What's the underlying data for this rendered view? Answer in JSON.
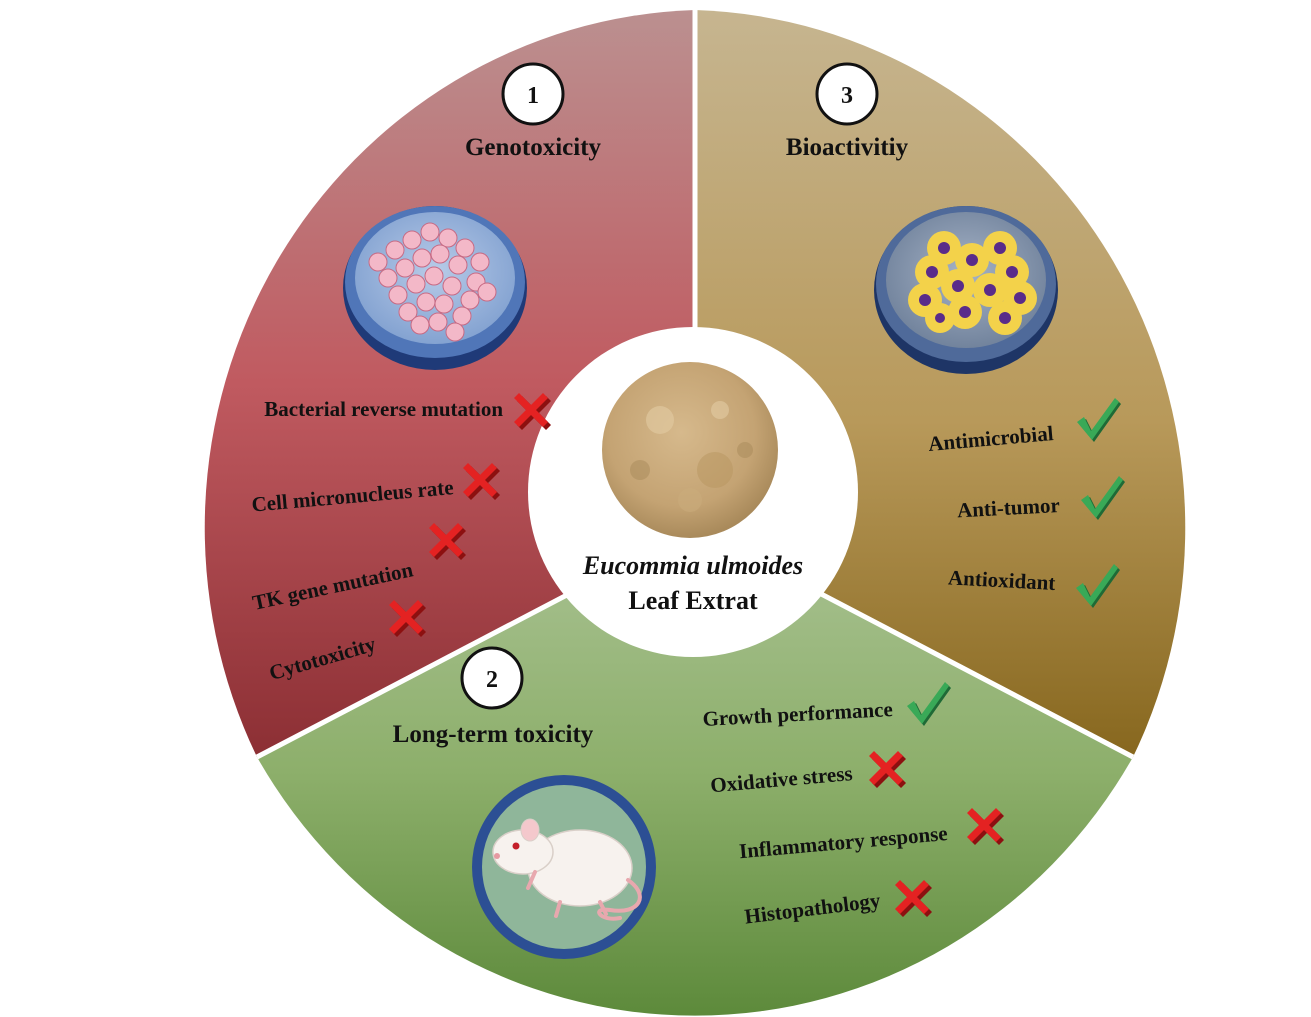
{
  "center": {
    "line1": "Eucommia ulmoides",
    "line2": "Leaf Extrat"
  },
  "sections": {
    "genotoxicity": {
      "number": "1",
      "title": "Genotoxicity",
      "items": [
        {
          "label": "Bacterial reverse mutation",
          "result": "negative",
          "icon": "red-cross-icon"
        },
        {
          "label": "Cell micronucleus rate",
          "result": "negative",
          "icon": "red-cross-icon"
        },
        {
          "label": "TK gene mutation",
          "result": "negative",
          "icon": "red-cross-icon"
        },
        {
          "label": "Cytotoxicity",
          "result": "negative",
          "icon": "red-cross-icon"
        }
      ],
      "illustration": "petri-dish-cell-cluster-icon",
      "color": "#c0666c"
    },
    "long_term": {
      "number": "2",
      "title": "Long-term toxicity",
      "items": [
        {
          "label": "Growth performance",
          "result": "positive",
          "icon": "green-check-icon"
        },
        {
          "label": "Oxidative stress",
          "result": "negative",
          "icon": "red-cross-icon"
        },
        {
          "label": "Inflammatory response",
          "result": "negative",
          "icon": "red-cross-icon"
        },
        {
          "label": "Histopathology",
          "result": "negative",
          "icon": "red-cross-icon"
        }
      ],
      "illustration": "rat-icon",
      "color": "#8db26c"
    },
    "bioactivity": {
      "number": "3",
      "title": "Bioactivitiy",
      "items": [
        {
          "label": "Antimicrobial",
          "result": "positive",
          "icon": "green-check-icon"
        },
        {
          "label": "Anti-tumor",
          "result": "positive",
          "icon": "green-check-icon"
        },
        {
          "label": "Antioxidant",
          "result": "positive",
          "icon": "green-check-icon"
        }
      ],
      "illustration": "petri-dish-yellow-cells-icon",
      "color": "#b49a5c"
    }
  },
  "colors": {
    "cross": "#e02020",
    "check": "#2e9a4a",
    "dish_rim": "#3a5f9a"
  }
}
